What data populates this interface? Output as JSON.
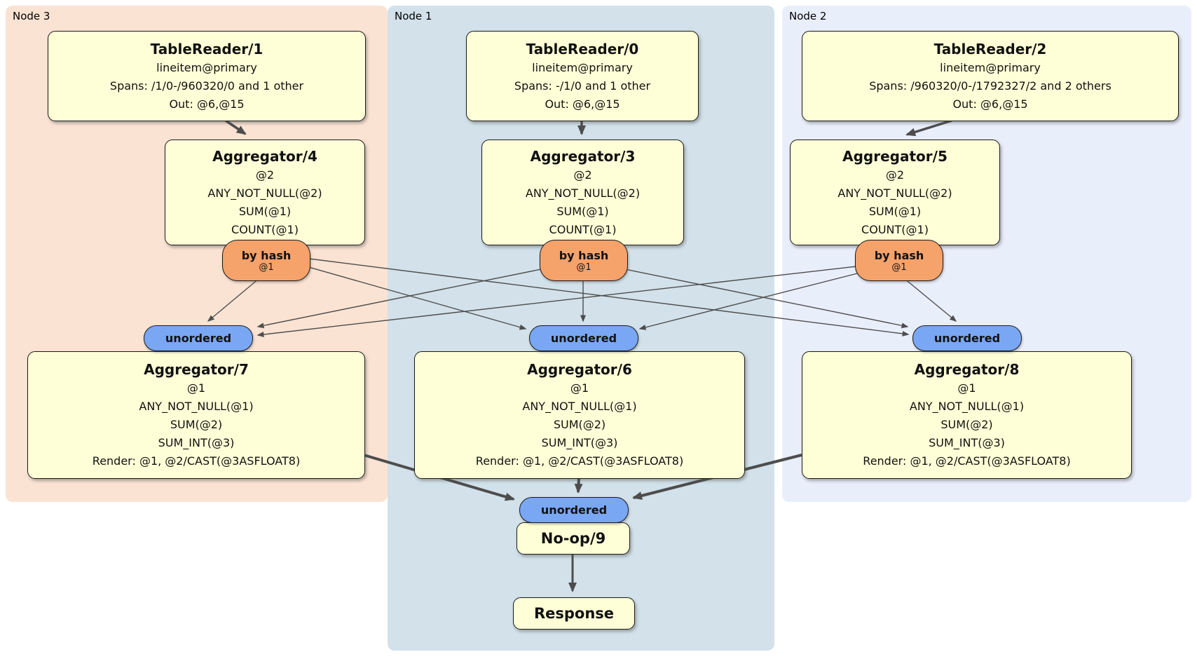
{
  "regions": {
    "node3": {
      "label": "Node 3"
    },
    "node1": {
      "label": "Node 1"
    },
    "node2": {
      "label": "Node 2"
    }
  },
  "nodes": {
    "tablereader1": {
      "title": "TableReader/1",
      "lines": [
        "lineitem@primary",
        "Spans: /1/0-/960320/0 and 1 other",
        "Out: @6,@15"
      ]
    },
    "tablereader0": {
      "title": "TableReader/0",
      "lines": [
        "lineitem@primary",
        "Spans: -/1/0 and 1 other",
        "Out: @6,@15"
      ]
    },
    "tablereader2": {
      "title": "TableReader/2",
      "lines": [
        "lineitem@primary",
        "Spans: /960320/0-/1792327/2 and 2 others",
        "Out: @6,@15"
      ]
    },
    "aggregator4": {
      "title": "Aggregator/4",
      "lines": [
        "@2",
        "ANY_NOT_NULL(@2)",
        "SUM(@1)",
        "COUNT(@1)"
      ]
    },
    "aggregator3": {
      "title": "Aggregator/3",
      "lines": [
        "@2",
        "ANY_NOT_NULL(@2)",
        "SUM(@1)",
        "COUNT(@1)"
      ]
    },
    "aggregator5": {
      "title": "Aggregator/5",
      "lines": [
        "@2",
        "ANY_NOT_NULL(@2)",
        "SUM(@1)",
        "COUNT(@1)"
      ]
    },
    "aggregator7": {
      "title": "Aggregator/7",
      "lines": [
        "@1",
        "ANY_NOT_NULL(@1)",
        "SUM(@2)",
        "SUM_INT(@3)",
        "Render: @1, @2/CAST(@3ASFLOAT8)"
      ]
    },
    "aggregator6": {
      "title": "Aggregator/6",
      "lines": [
        "@1",
        "ANY_NOT_NULL(@1)",
        "SUM(@2)",
        "SUM_INT(@3)",
        "Render: @1, @2/CAST(@3ASFLOAT8)"
      ]
    },
    "aggregator8": {
      "title": "Aggregator/8",
      "lines": [
        "@1",
        "ANY_NOT_NULL(@1)",
        "SUM(@2)",
        "SUM_INT(@3)",
        "Render: @1, @2/CAST(@3ASFLOAT8)"
      ]
    },
    "noop": {
      "title": "No-op/9"
    },
    "response": {
      "title": "Response"
    }
  },
  "routers": {
    "byhash4": {
      "label": "by hash",
      "sub": "@1"
    },
    "byhash3": {
      "label": "by hash",
      "sub": "@1"
    },
    "byhash5": {
      "label": "by hash",
      "sub": "@1"
    },
    "unordered7": {
      "label": "unordered"
    },
    "unordered6": {
      "label": "unordered"
    },
    "unordered8": {
      "label": "unordered"
    },
    "unordered9": {
      "label": "unordered"
    }
  },
  "colors": {
    "panel_node3": "#fbe3d3",
    "panel_node1": "#d2e1ea",
    "panel_node2": "#e9eefb",
    "box_fill": "#ffffd7",
    "byhash_fill": "#f5a26b",
    "unordered_fill": "#7aa7f3",
    "edge": "#4d4d4d"
  }
}
